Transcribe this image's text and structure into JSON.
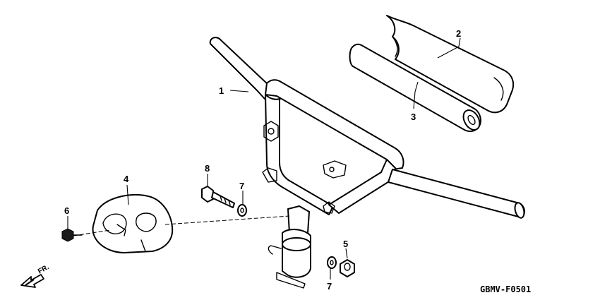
{
  "diagram": {
    "drawing_code": "GBMV-F0501",
    "direction_label": "FR.",
    "callouts": [
      {
        "id": "1",
        "label": "1"
      },
      {
        "id": "2",
        "label": "2"
      },
      {
        "id": "3",
        "label": "3"
      },
      {
        "id": "4",
        "label": "4"
      },
      {
        "id": "5",
        "label": "5"
      },
      {
        "id": "6",
        "label": "6"
      },
      {
        "id": "7a",
        "label": "7"
      },
      {
        "id": "7b",
        "label": "7"
      },
      {
        "id": "8",
        "label": "8"
      }
    ],
    "parts": [
      {
        "icon": "handlebar-icon"
      },
      {
        "icon": "handlebar-pad-cover-icon"
      },
      {
        "icon": "handlebar-pad-foam-icon"
      },
      {
        "icon": "handlebar-cover-icon"
      },
      {
        "icon": "nut-icon"
      },
      {
        "icon": "screw-icon"
      },
      {
        "icon": "washer-icon"
      },
      {
        "icon": "bolt-icon"
      },
      {
        "icon": "steering-stem-clamp-icon"
      }
    ]
  }
}
